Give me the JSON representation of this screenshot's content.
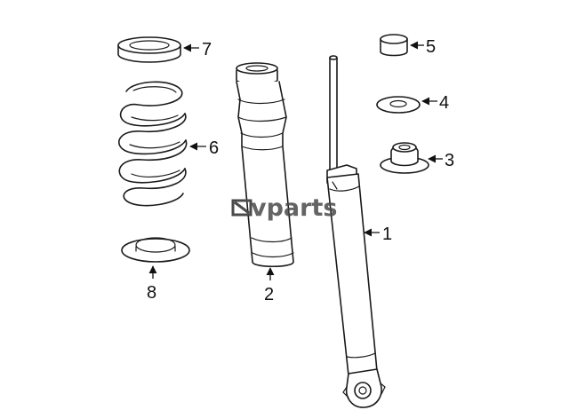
{
  "watermark": {
    "text": "vparts",
    "color": "#4a4a4a"
  },
  "callouts": [
    {
      "num": "1",
      "part": "shock-absorber"
    },
    {
      "num": "2",
      "part": "dust-boot"
    },
    {
      "num": "3",
      "part": "upper-mount"
    },
    {
      "num": "4",
      "part": "washer"
    },
    {
      "num": "5",
      "part": "bump-cap"
    },
    {
      "num": "6",
      "part": "coil-spring"
    },
    {
      "num": "7",
      "part": "upper-spring-seat"
    },
    {
      "num": "8",
      "part": "lower-spring-seat"
    }
  ],
  "colors": {
    "line": "#1a1a1a",
    "background": "#ffffff"
  }
}
